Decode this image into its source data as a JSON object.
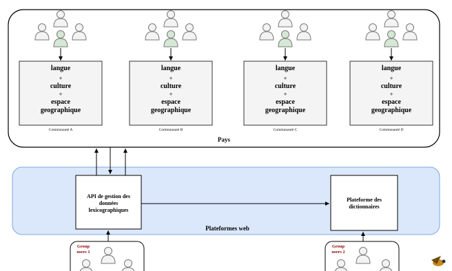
{
  "country": {
    "label": "Pays"
  },
  "communities": [
    {
      "lines": [
        "langue",
        "+",
        "culture",
        "+",
        "espace",
        "geographique"
      ],
      "caption": "Communauté A"
    },
    {
      "lines": [
        "langue",
        "+",
        "culture",
        "+",
        "espace",
        "geographique"
      ],
      "caption": "Communauté B"
    },
    {
      "lines": [
        "langue",
        "+",
        "culture",
        "+",
        "espace",
        "geographique"
      ],
      "caption": "Communauté C"
    },
    {
      "lines": [
        "langue",
        "+",
        "culture",
        "+",
        "espace",
        "geographique"
      ],
      "caption": "Communauté D"
    }
  ],
  "web": {
    "label": "Plateformes web",
    "api": [
      "API de gestion des",
      "données",
      "lexicographiques"
    ],
    "platform": [
      "Plateforme des",
      "dictionnaires"
    ]
  },
  "groups": [
    {
      "lines": [
        "Group",
        "users 1"
      ]
    },
    {
      "lines": [
        "Group",
        "users 2"
      ]
    }
  ],
  "colors": {
    "web_fill": "#dbe8fb",
    "web_stroke": "#7ea6e0",
    "box_fill": "#f4f4f4",
    "person_fill": "#f3f3f3",
    "person_highlight": "#d5e8d4",
    "group_label": "#8b0000"
  }
}
